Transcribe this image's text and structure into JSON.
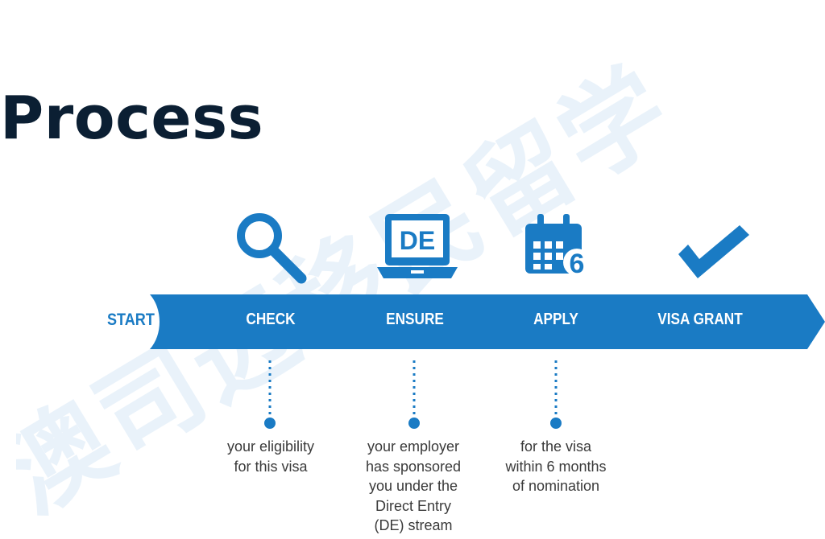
{
  "title": "Process",
  "watermark": "澳司迈移民留学",
  "colors": {
    "accent": "#1a7bc4",
    "title": "#0b1f33",
    "desc": "#3a3a3a"
  },
  "start_label": "START",
  "steps": [
    {
      "label": "CHECK",
      "icon": "magnifier-icon",
      "desc": [
        "your eligibility",
        "for this visa"
      ]
    },
    {
      "label": "ENSURE",
      "icon": "laptop-de-icon",
      "icon_text": "DE",
      "desc": [
        "your employer",
        "has sponsored",
        "you under the",
        "Direct Entry",
        "(DE) stream"
      ]
    },
    {
      "label": "APPLY",
      "icon": "calendar-icon",
      "icon_text": "6",
      "desc": [
        "for the visa",
        "within 6 months",
        "of nomination"
      ]
    },
    {
      "label": "VISA GRANT",
      "icon": "checkmark-icon",
      "desc": []
    }
  ]
}
